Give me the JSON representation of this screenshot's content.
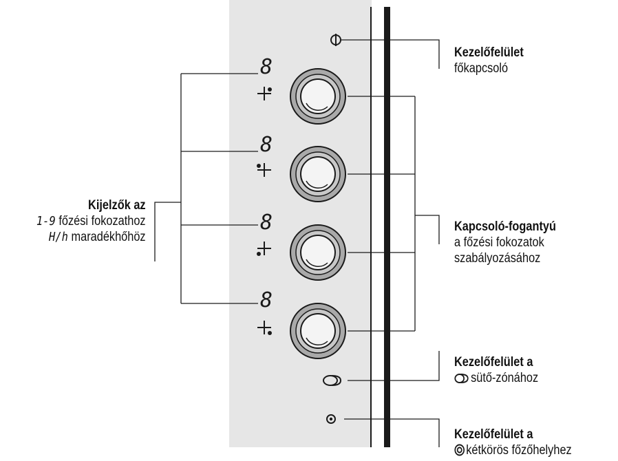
{
  "colors": {
    "panel": "#e6e6e6",
    "line": "#1a1a1a",
    "knob_ring": "#a9a9a9",
    "knob_face": "#f4f4f4"
  },
  "knobs": [
    {
      "display_digit": "8",
      "plus_icon": "plus-dot-right-top"
    },
    {
      "display_digit": "8",
      "plus_icon": "plus-dot-left-top"
    },
    {
      "display_digit": "8",
      "plus_icon": "plus-dot-left-bottom"
    },
    {
      "display_digit": "8",
      "plus_icon": "plus-dot-right-bottom"
    }
  ],
  "callouts": {
    "main_switch": {
      "title": "Kezelőfelület",
      "desc": "főkapcsoló"
    },
    "knob": {
      "title": "Kapcsoló-fogantyú",
      "desc1": "a főzési fokozatok",
      "desc2": "szabályozásához"
    },
    "roaster": {
      "title": "Kezelőfelület a",
      "desc": "sütő-zónához"
    },
    "dual": {
      "title": "Kezelőfelület a",
      "desc": "kétkörös főzőhelyhez"
    },
    "displays": {
      "title": "Kijelzők az",
      "range": "1-9",
      "range_desc": "főzési fokozathoz",
      "heat": "H/h",
      "heat_desc": "maradékhőhöz"
    }
  }
}
